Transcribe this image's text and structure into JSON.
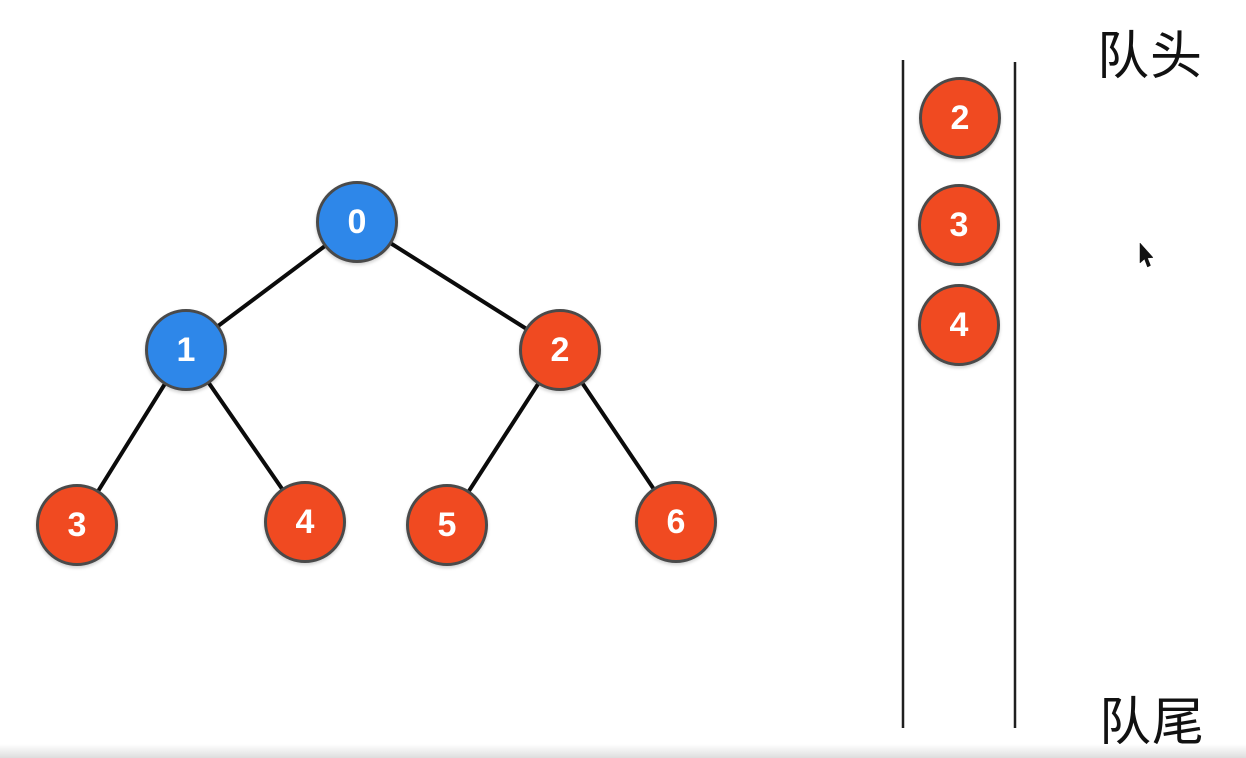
{
  "tree": {
    "nodes": [
      {
        "label": "0",
        "color": "blue"
      },
      {
        "label": "1",
        "color": "blue"
      },
      {
        "label": "2",
        "color": "orange"
      },
      {
        "label": "3",
        "color": "orange"
      },
      {
        "label": "4",
        "color": "orange"
      },
      {
        "label": "5",
        "color": "orange"
      },
      {
        "label": "6",
        "color": "orange"
      }
    ],
    "edges": [
      [
        "0",
        "1"
      ],
      [
        "0",
        "2"
      ],
      [
        "1",
        "3"
      ],
      [
        "1",
        "4"
      ],
      [
        "2",
        "5"
      ],
      [
        "2",
        "6"
      ]
    ]
  },
  "queue": {
    "head_label": "队头",
    "tail_label": "队尾",
    "items": [
      "2",
      "3",
      "4"
    ]
  },
  "colors": {
    "visited_node": "#2E87E9",
    "unvisited_node": "#F04A21",
    "node_border": "#4A4A4A",
    "edge": "#0B0B0B"
  }
}
